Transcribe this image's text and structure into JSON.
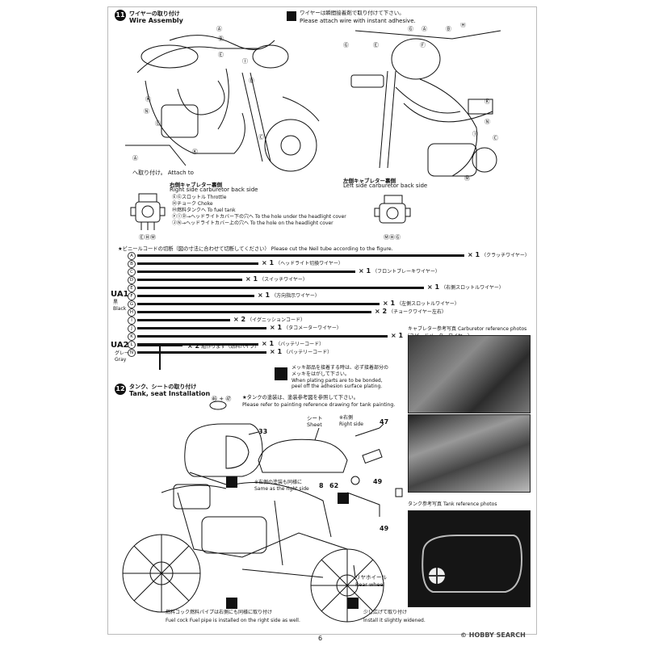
{
  "step11": {
    "number": "11",
    "title_jp": "ワイヤーの取り付け",
    "title_en": "Wire Assembly",
    "adhesive_jp": "ワイヤーは瞬間接着剤で取り付けて下さい。",
    "adhesive_en": "Please attach wire with instant adhesive.",
    "attach_jp": "へ取り付け。",
    "attach_en": "Attach to",
    "right_jp": "右側キャブレター裏側",
    "right_en": "Right side carburetor back side",
    "left_jp": "左側キャブレター裏側",
    "left_en": "Left side carburetor back side",
    "legend": [
      "ⒺⒼスロットル  Throttle",
      "Ⓗチョーク  Choke",
      "Ⓜ燃料タンクへ  To fuel tank",
      "ⒻⒾⒹ→ヘッドライトカバー下の穴へ  To the hole under the headlight cover",
      "ⒿⓃ→ヘッドライトカバー上の穴へ  To the hole on the headlight cover"
    ],
    "carb_right_letters": "ⒺⒽⓂ",
    "carb_left_letters": "ⓂⒽⒼ"
  },
  "wire_cut": {
    "note_jp": "★ビニールコードの切断（図の寸法に合わせて切断してください）",
    "note_en": "Please cut the Neil tube according to the figure.",
    "ua1": "UA1",
    "ua1_color_jp": "黒",
    "ua1_color_en": "Black",
    "ua2": "UA2",
    "ua2_color_jp": "グレー",
    "ua2_color_en": "Gray",
    "rows": [
      {
        "letter": "A",
        "qty": "× 1",
        "label": "（クラッチワイヤー）"
      },
      {
        "letter": "B",
        "qty": "× 1",
        "label": "（ヘッドライト切換ワイヤー）"
      },
      {
        "letter": "C",
        "qty": "× 1",
        "label": "（フロントブレーキワイヤー）"
      },
      {
        "letter": "D",
        "qty": "× 1",
        "label": "（スイッチワイヤー）"
      },
      {
        "letter": "E",
        "qty": "× 1",
        "label": "（右側スロットルワイヤー）"
      },
      {
        "letter": "F",
        "qty": "× 1",
        "label": "（方向指示ワイヤー）"
      },
      {
        "letter": "G",
        "qty": "× 1",
        "label": "（左側スロットルワイヤー）"
      },
      {
        "letter": "H",
        "qty": "× 2",
        "label": "（チョークワイヤー左右）"
      },
      {
        "letter": "I",
        "qty": "× 2",
        "label": "（イグニッションコード）"
      },
      {
        "letter": "J",
        "qty": "× 1",
        "label": "（タコメーターワイヤー）"
      },
      {
        "letter": "K",
        "qty": "× 1",
        "label": "（スピードメーターワイヤー）"
      },
      {
        "letter": "L",
        "qty": "× 1",
        "label": "（バッテリーコード）"
      },
      {
        "letter": "N",
        "qty": "× 1",
        "label": "（バッテリーコード）"
      }
    ],
    "ua2_qty": "× 2",
    "ua2_label": "組作ります（燃料パイプ）"
  },
  "carb_photos": {
    "title_jp": "キャブレター参考写真",
    "title_en": "Carburetor reference photos"
  },
  "plating": {
    "jp": "メッキ部品を接着する時は、必ず接着部分のメッキをはがして下さい。",
    "en1": "When plating parts are to be bonded,",
    "en2": "peel off the adhesion surface plating."
  },
  "step12": {
    "number": "12",
    "title_jp": "タンク、シートの取り付け",
    "title_en": "Tank, seat Installation",
    "parts_top": "㊻ + ㊼",
    "tank_note_jp": "★タンクの塗装は、塗装参考図を参照して下さい。",
    "tank_note_en": "Please refer to painting reference drawing for tank painting.",
    "seat_jp": "シート",
    "seat_en": "Sheet",
    "right_side_jp": "※右側",
    "right_side_en": "Right side",
    "left_same_jp": "※右側の塗装も同様に",
    "left_same_en": "Same as the right side",
    "part_numbers": [
      "33",
      "47",
      "8",
      "62",
      "49",
      "49"
    ],
    "rear_wheel_jp": "リヤホイール",
    "rear_wheel_en": "Rear wheel",
    "fuel_cock_jp": "燃料コック燃料パイプは右側にも同様に取り付け",
    "fuel_cock_en": "Fuel cock Fuel pipe is installed on the right side as well.",
    "widen_jp": "少し広げて取り付け",
    "widen_en": "Install it slightly widened."
  },
  "tank_photos": {
    "title_jp": "タンク参考写真",
    "title_en": "Tank reference photos"
  },
  "footer": {
    "page": "6",
    "watermark": "© HOBBY SEARCH"
  }
}
